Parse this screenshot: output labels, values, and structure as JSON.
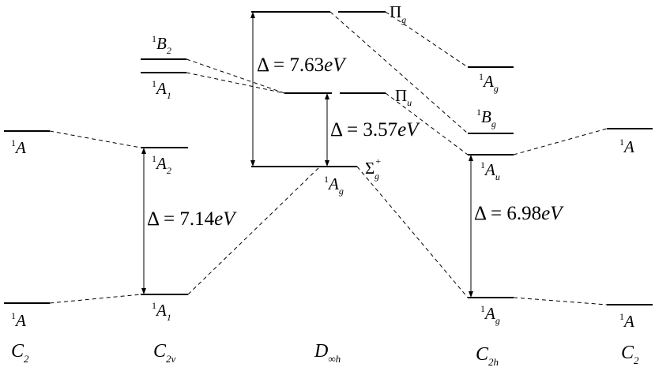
{
  "groups": {
    "c2_left": {
      "main": "C",
      "sub": "2"
    },
    "c2v": {
      "main": "C",
      "sub": "2v"
    },
    "dinfh": {
      "main": "D",
      "sub": "∞h"
    },
    "c2h": {
      "main": "C",
      "sub": "2h"
    },
    "c2_right": {
      "main": "C",
      "sub": "2"
    }
  },
  "states": {
    "c2l_upper": {
      "sup": "1",
      "main": "A",
      "sub": ""
    },
    "c2l_lower": {
      "sup": "1",
      "main": "A",
      "sub": ""
    },
    "c2v_b2": {
      "sup": "1",
      "main": "B",
      "sub": "2"
    },
    "c2v_a1_top": {
      "sup": "1",
      "main": "A",
      "sub": "1"
    },
    "c2v_a2": {
      "sup": "1",
      "main": "A",
      "sub": "2"
    },
    "c2v_a1_bottom": {
      "sup": "1",
      "main": "A",
      "sub": "1"
    },
    "d_pig": {
      "main": "Π",
      "sub": "g",
      "sup": ""
    },
    "d_piu": {
      "main": "Π",
      "sub": "u",
      "sup": ""
    },
    "d_sigma": {
      "main": "Σ",
      "sub": "g",
      "sup": "+"
    },
    "d_ag": {
      "sup": "1",
      "main": "A",
      "sub": "g"
    },
    "c2h_ag_top": {
      "sup": "1",
      "main": "A",
      "sub": "g"
    },
    "c2h_bg": {
      "sup": "1",
      "main": "B",
      "sub": "g"
    },
    "c2h_au": {
      "sup": "1",
      "main": "A",
      "sub": "u"
    },
    "c2h_ag_bottom": {
      "sup": "1",
      "main": "A",
      "sub": "g"
    },
    "c2r_upper": {
      "sup": "1",
      "main": "A",
      "sub": ""
    },
    "c2r_lower": {
      "sup": "1",
      "main": "A",
      "sub": ""
    }
  },
  "gaps": {
    "dinfh_outer": {
      "symbol": "Δ",
      "eq": " = ",
      "value": "7.63",
      "unit": "eV"
    },
    "dinfh_inner": {
      "symbol": "Δ",
      "eq": " = ",
      "value": "3.57",
      "unit": "eV"
    },
    "c2v": {
      "symbol": "Δ",
      "eq": " = ",
      "value": "7.14",
      "unit": "eV"
    },
    "c2h": {
      "symbol": "Δ",
      "eq": " = ",
      "value": "6.98",
      "unit": "eV"
    }
  }
}
